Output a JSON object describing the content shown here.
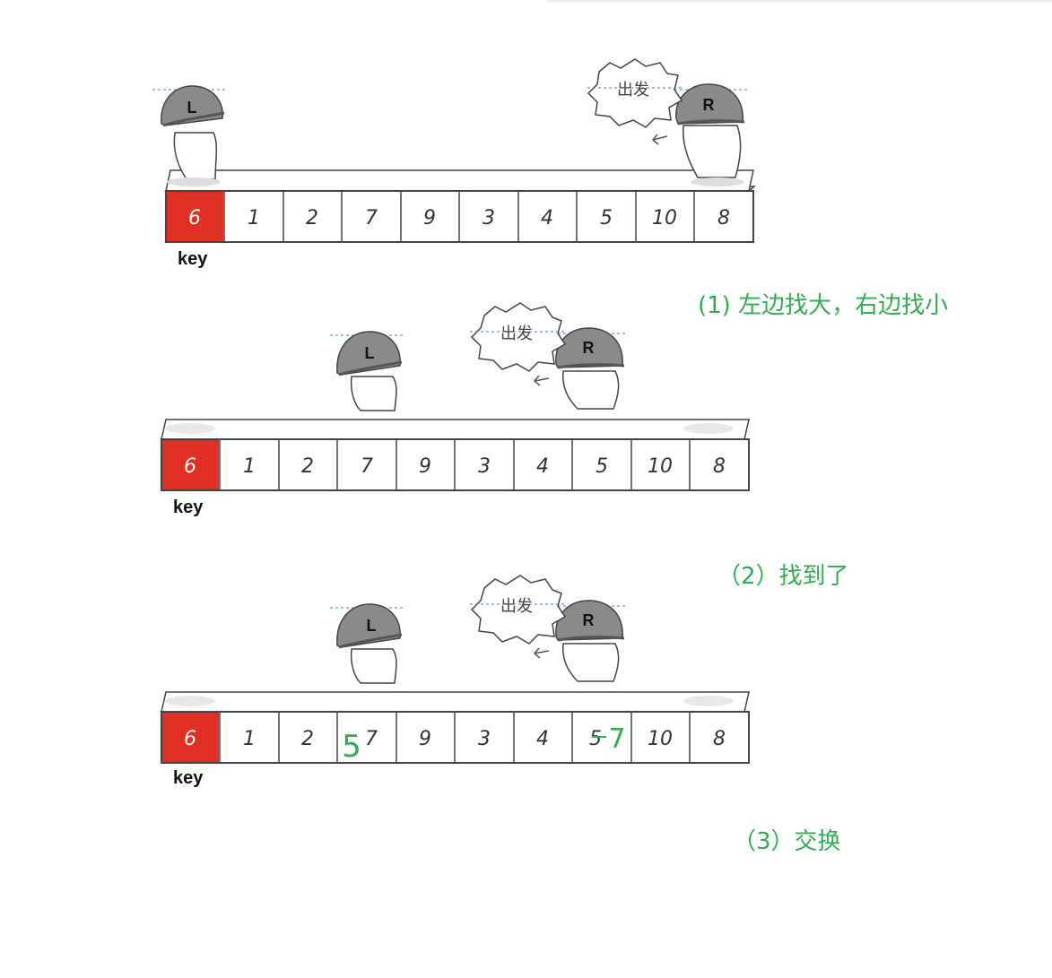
{
  "array": {
    "values": [
      "6",
      "1",
      "2",
      "7",
      "9",
      "3",
      "4",
      "5",
      "10",
      "8"
    ],
    "key_color": "#e03024"
  },
  "labels": {
    "key": "key",
    "left_pointer": "L",
    "right_pointer": "R",
    "bubble": "出发"
  },
  "steps": [
    {
      "caption": "(1) 左边找大，右边找小"
    },
    {
      "caption": "（2）找到了"
    },
    {
      "caption": "（3）交换"
    }
  ],
  "swap_marks": {
    "left_new": "5",
    "right_new": "7"
  },
  "colors": {
    "caption": "#2fae4d",
    "swap_ink": "#2fae4d"
  }
}
